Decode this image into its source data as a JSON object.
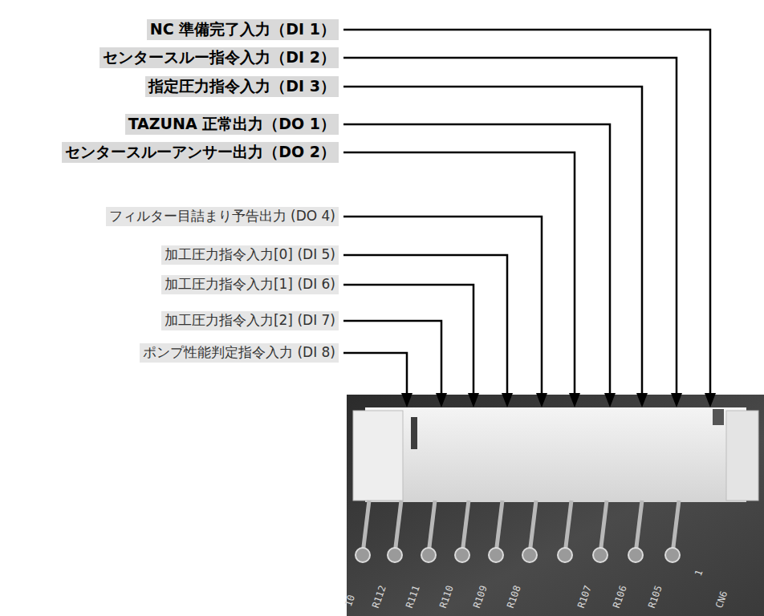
{
  "diagram": {
    "labels": [
      "NC 準備完了入力（DI 1）",
      "センタースルー指令入力（DI 2）",
      "指定圧力指令入力（DI 3）",
      "TAZUNA 正常出力（DO 1）",
      "センタースルーアンサー出力（DO 2）",
      "フィルター目詰まり予告出力 (DO 4)",
      "加工圧力指令入力[0] (DI 5)",
      "加工圧力指令入力[1] (DI 6)",
      "加工圧力指令入力[2] (DI 7)",
      "ポンプ性能判定指令入力 (DI 8)",
      "10",
      "R112",
      "R111",
      "R110",
      "R109",
      "R108",
      "R107",
      "R106",
      "R105",
      "1",
      "CN6"
    ]
  }
}
